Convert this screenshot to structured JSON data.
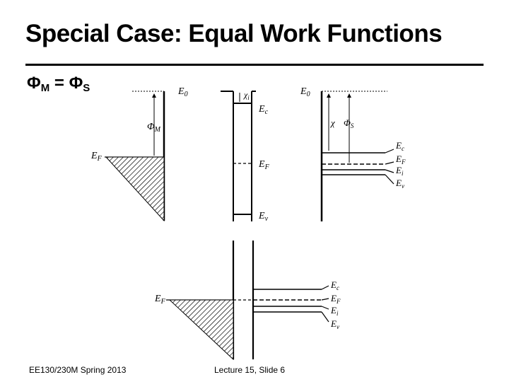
{
  "slide": {
    "title": "Special Case: Equal Work Functions",
    "condition": {
      "phi_symbol": "Φ",
      "sub_m": "M",
      "equals": " = ",
      "sub_s": "S"
    },
    "footer_left": "EE130/230M Spring 2013",
    "footer_right": "Lecture 15, Slide 6"
  },
  "labels": {
    "E0": "E",
    "sub0": "0",
    "Ec": "E",
    "subc": "c",
    "EF": "E",
    "subF": "F",
    "Ei": "E",
    "subi": "i",
    "Ev": "E",
    "subv": "v",
    "phi": "Φ",
    "subM": "M",
    "subS": "S",
    "chi": "χ",
    "subchi_i": "i"
  }
}
